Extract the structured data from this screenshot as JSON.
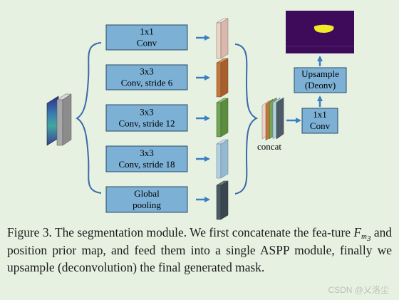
{
  "diagram": {
    "branches": [
      {
        "line1": "1x1",
        "line2": "Conv",
        "feature_color": "#ecd4c8"
      },
      {
        "line1": "3x3",
        "line2": "Conv, stride 6",
        "feature_color": "#c4763d"
      },
      {
        "line1": "3x3",
        "line2": "Conv, stride 12",
        "feature_color": "#72a653"
      },
      {
        "line1": "3x3",
        "line2": "Conv, stride 18",
        "feature_color": "#b3cfe2"
      },
      {
        "line1": "Global",
        "line2": "pooling",
        "feature_color": "#4d5b66"
      }
    ],
    "concat_label": "concat",
    "conv_head": {
      "line1": "1x1",
      "line2": "Conv"
    },
    "upsample": {
      "line1": "Upsample",
      "line2": "(Deonv)"
    },
    "colors": {
      "box_fill": "#7cb0d5",
      "box_border": "#2a4a66",
      "arrow": "#3a7fbf",
      "brace": "#3a6aa8",
      "mask_bg": "#3e0a5a",
      "mask_blob": "#f2ea28"
    }
  },
  "caption": {
    "part1": "Figure 3. The segmentation module. We first concatenate the fea-ture ",
    "math_base": "F",
    "math_sub": "m",
    "math_subsub": "3",
    "part2": " and position prior map, and feed them into a single ASPP module, finally we upsample (deconvolution) the final generated mask."
  },
  "watermark": "CSDN @乂洛尘"
}
